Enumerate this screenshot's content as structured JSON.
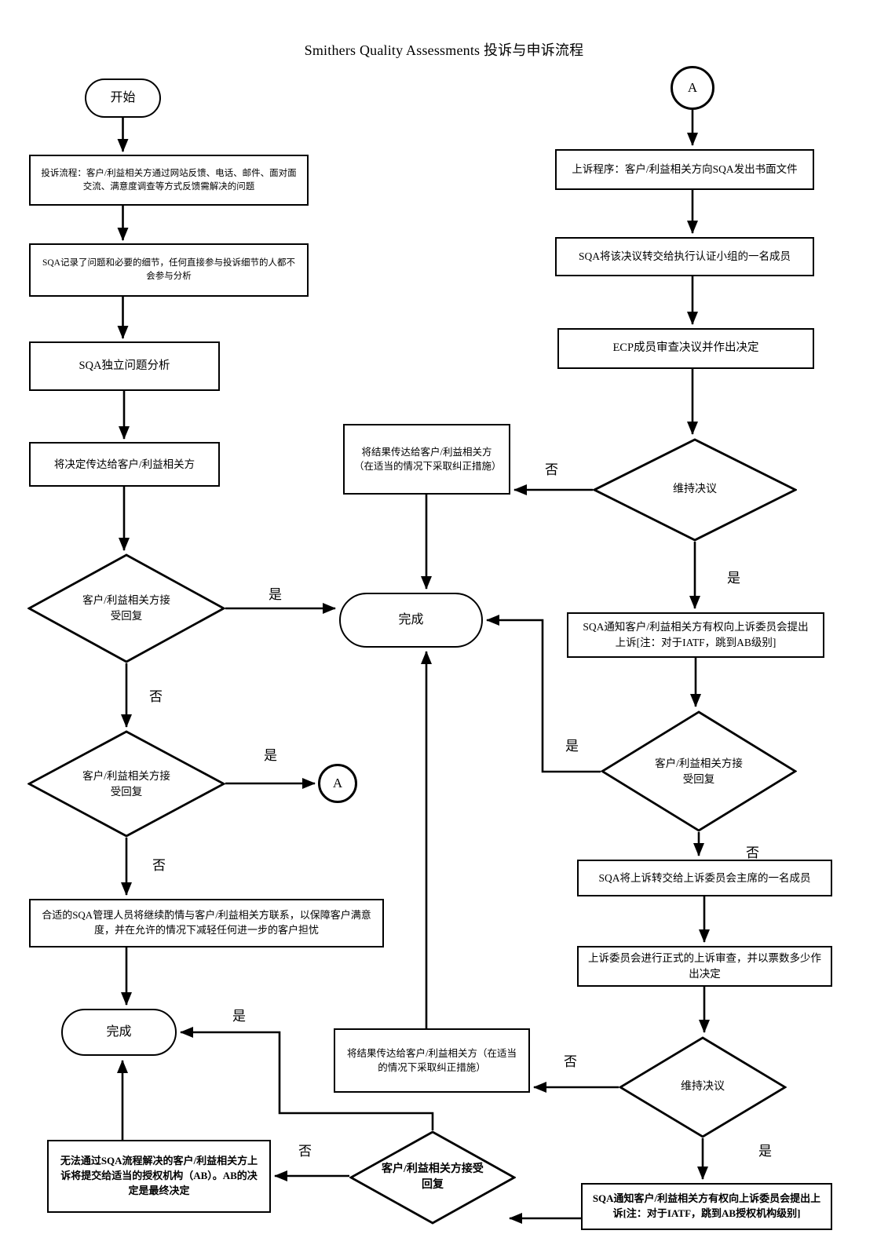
{
  "title": "Smithers Quality Assessments 投诉与申诉流程",
  "edge_labels": {
    "yes": "是",
    "no": "否"
  },
  "nodes": {
    "start": "开始",
    "complaint_intake": "投诉流程：客户/利益相关方通过网站反馈、电话、邮件、面对面交流、满意度调查等方式反馈需解决的问题",
    "record": "SQA记录了问题和必要的细节，任何直接参与投诉细节的人都不会参与分析",
    "analysis": "SQA独立问题分析",
    "communicate_decision": "将决定传达给客户/利益相关方",
    "accept_reply_1": "客户/利益相关方接受回复",
    "accept_reply_2": "客户/利益相关方接受回复",
    "followup": "合适的SQA管理人员将继续酌情与客户/利益相关方联系，以保障客户满意度，并在允许的情况下减轻任何进一步的客户担忧",
    "done_left": "完成",
    "ab_final": "无法通过SQA流程解决的客户/利益相关方上诉将提交给适当的授权机构（AB）。AB的决定是最终决定",
    "connector_a_left": "A",
    "result_top": "将结果传达给客户/利益相关方（在适当的情况下采取纠正措施）",
    "done_center": "完成",
    "result_bottom": "将结果传达给客户/利益相关方（在适当的情况下采取纠正措施）",
    "accept_reply_bottom": "客户/利益相关方接受回复",
    "connector_a_top": "A",
    "appeal_intake": "上诉程序：客户/利益相关方向SQA发出书面文件",
    "forward_ecp": "SQA将该决议转交给执行认证小组的一名成员",
    "ecp_review": "ECP成员审查决议并作出决定",
    "uphold_1": "维持决议",
    "notify_appeal_1": "SQA通知客户/利益相关方有权向上诉委员会提出上诉[注：对于IATF，跳到AB级别]",
    "accept_reply_3": "客户/利益相关方接受回复",
    "forward_chair": "SQA将上诉转交给上诉委员会主席的一名成员",
    "panel_review": "上诉委员会进行正式的上诉审查，并以票数多少作出决定",
    "uphold_2": "维持决议",
    "notify_appeal_2": "SQA通知客户/利益相关方有权向上诉委员会提出上诉[注：对于IATF，跳到AB授权机构级别]"
  }
}
